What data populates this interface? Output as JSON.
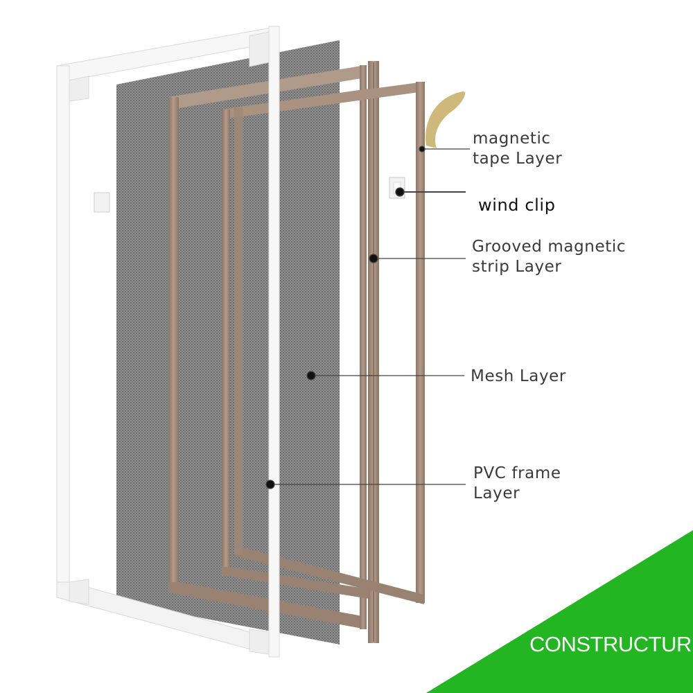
{
  "colors": {
    "background": "#ffffff",
    "accent_green": "#23b522",
    "frame_white": "#f7f7f7",
    "mesh_gray": "#7b7b7b",
    "brown_strip": "#a08877",
    "tape_yellow": "#cfb97a",
    "leader_line": "#444444"
  },
  "labels": {
    "magnetic_tape": [
      "magnetic",
      "tape Layer"
    ],
    "wind_clip": "wind clip",
    "grooved_strip": [
      "Grooved magnetic",
      "strip Layer"
    ],
    "mesh": "Mesh Layer",
    "pvc_frame": [
      "PVC frame",
      "Layer"
    ]
  },
  "corner_banner": "CONSTRUCTURE",
  "icons": [
    "exploded-window-screen-illustration",
    "wind-clip-icon"
  ]
}
